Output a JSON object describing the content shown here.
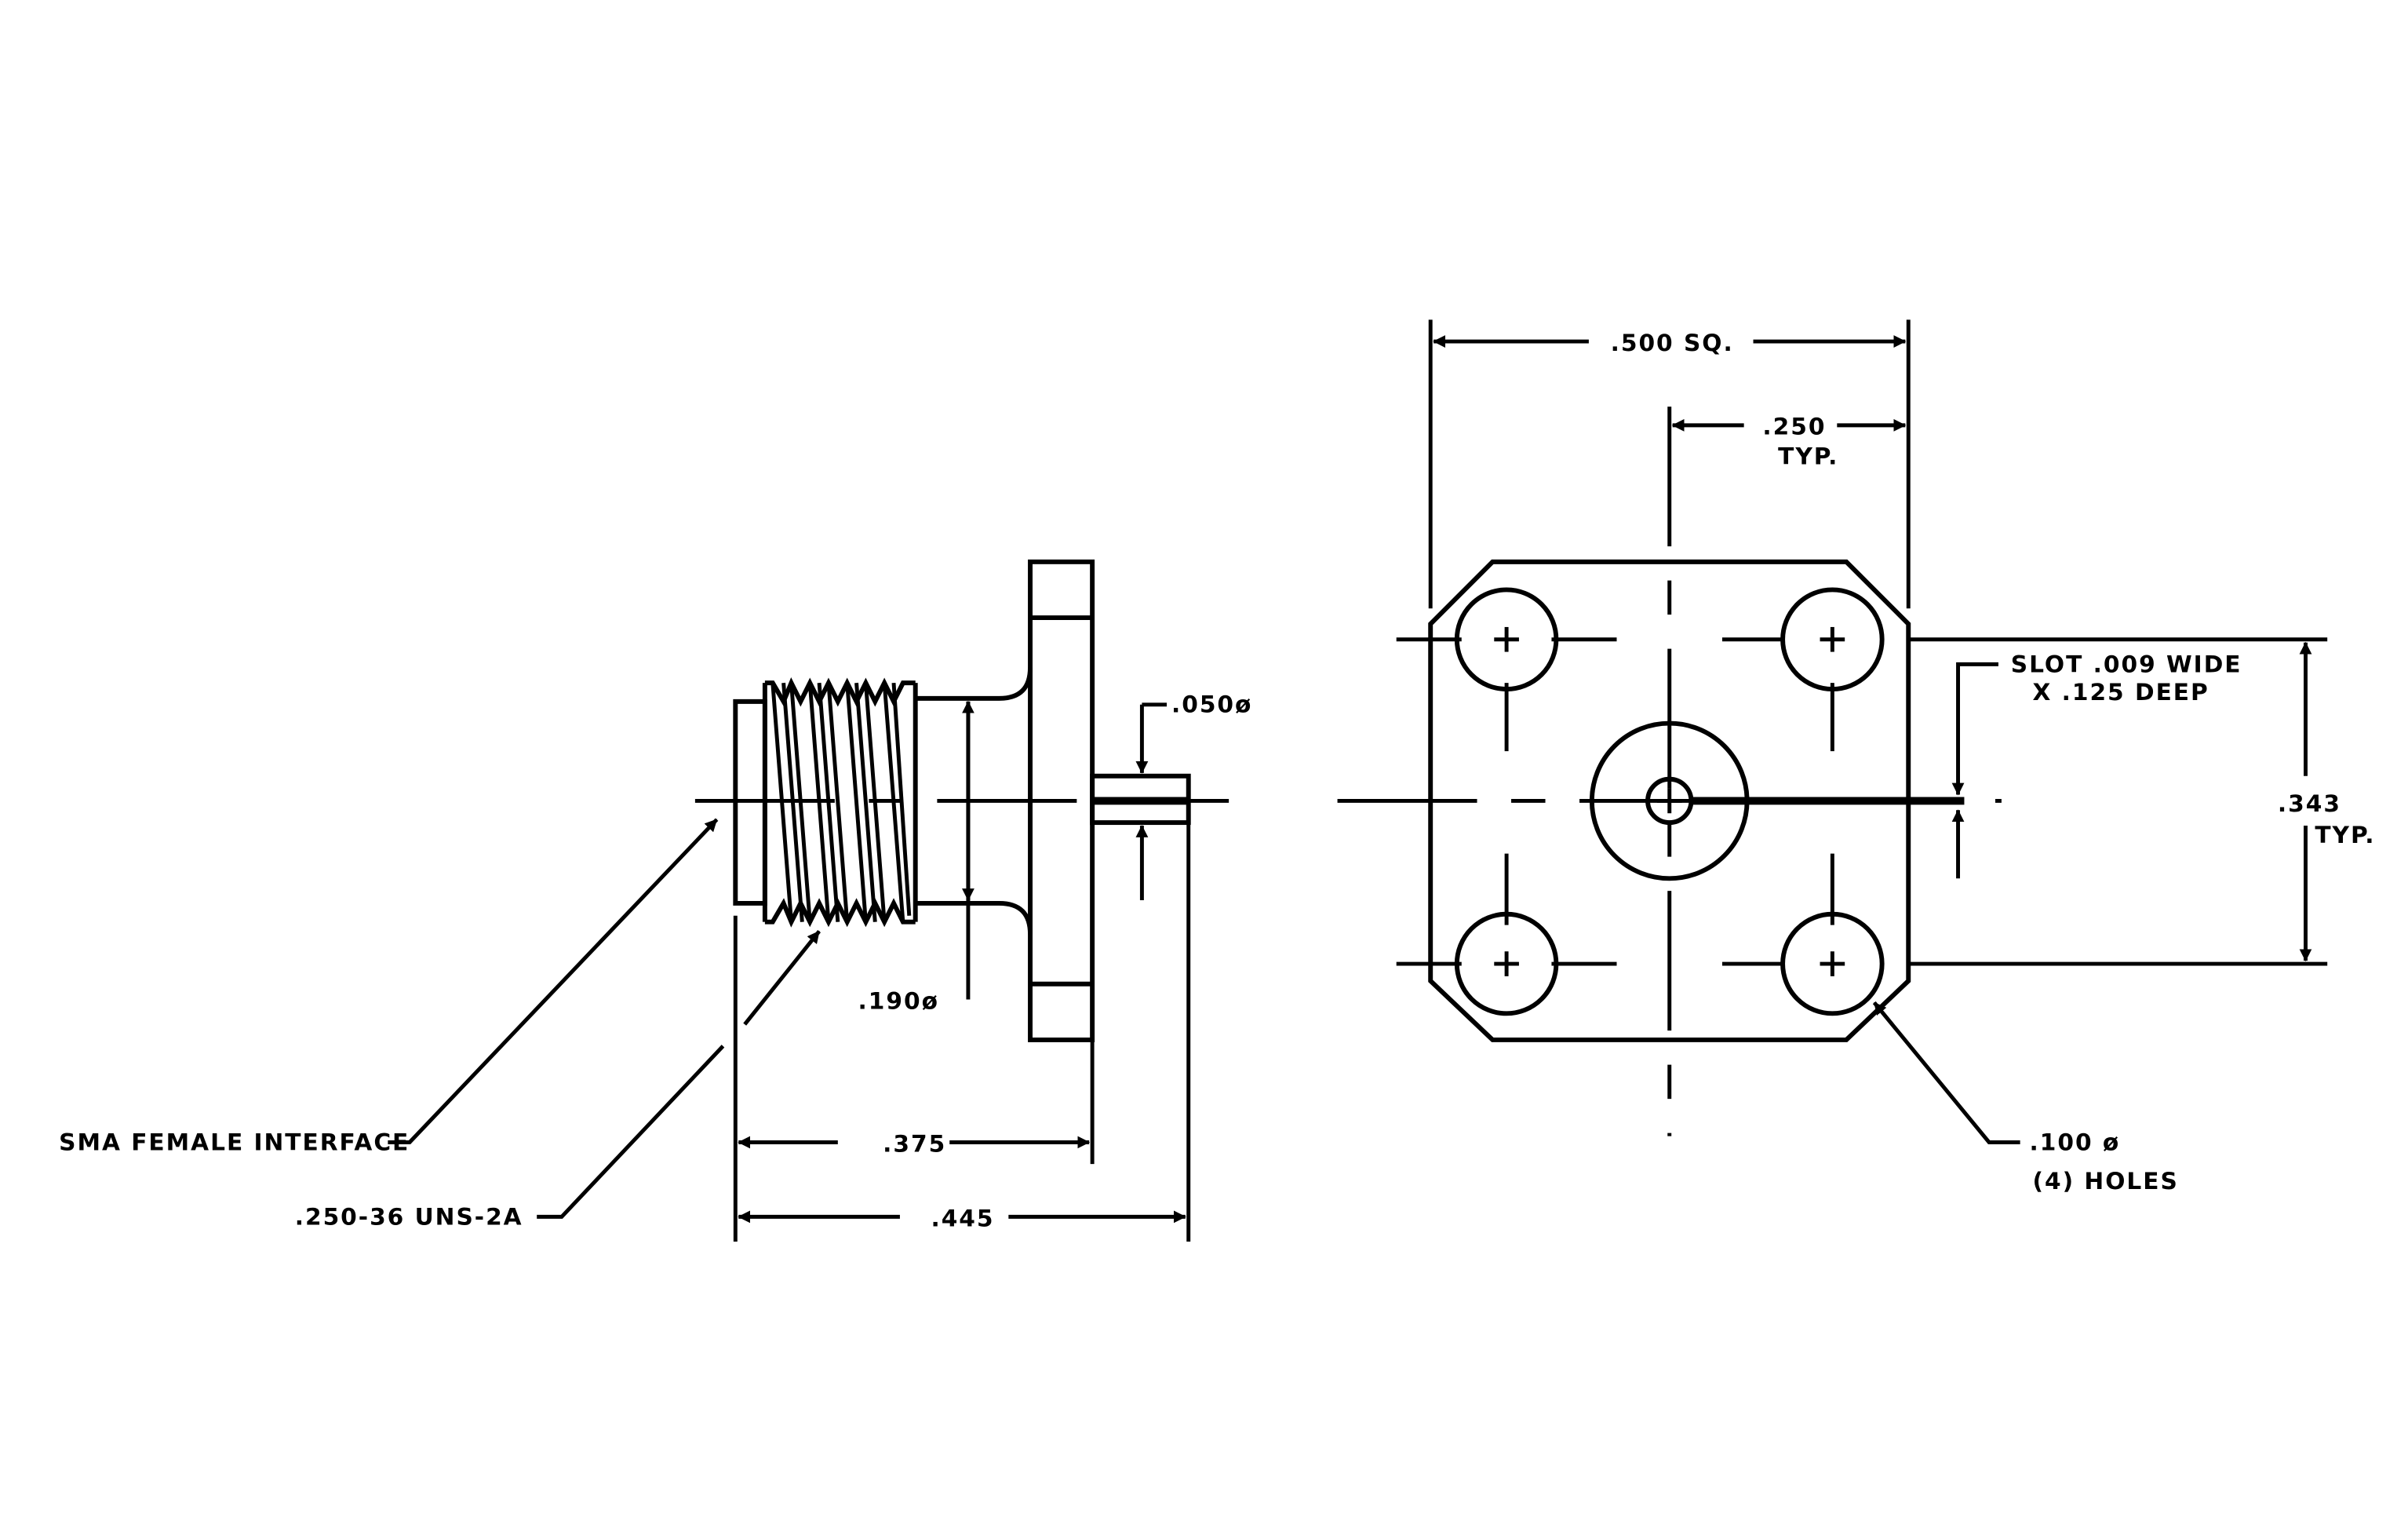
{
  "labels": {
    "square": ".500 SQ.",
    "typ_250": ".250",
    "typ_250_sub": "TYP.",
    "slot_line1": "SLOT .009 WIDE",
    "slot_line2": "X .125 DEEP",
    "typ_343": ".343",
    "typ_343_sub": "TYP.",
    "holes_dia": ".100 ø",
    "holes_count": "(4) HOLES",
    "pin_dia": ".050ø",
    "body_dia": ".190ø",
    "interface": "SMA FEMALE INTERFACE",
    "thread": ".250-36 UNS-2A",
    "len_375": ".375",
    "len_445": ".445"
  }
}
